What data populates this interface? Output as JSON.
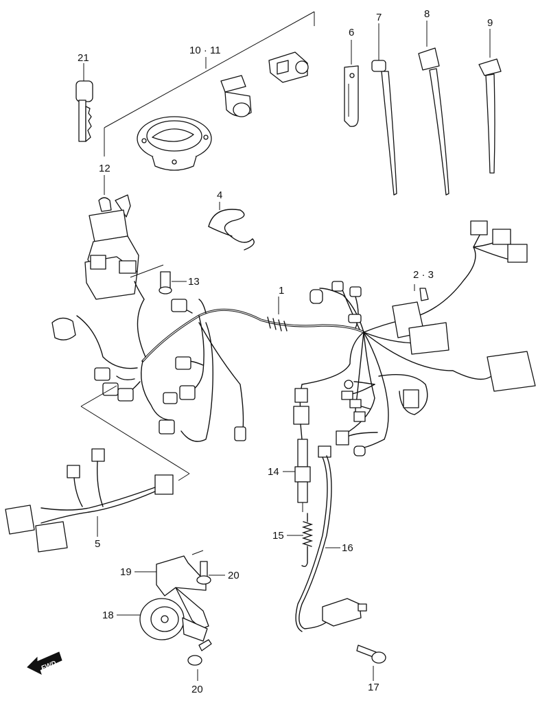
{
  "callouts": {
    "c1": "1",
    "c2_3": "2 · 3",
    "c4": "4",
    "c5": "5",
    "c6": "6",
    "c7": "7",
    "c8": "8",
    "c9": "9",
    "c10_11": "10 · 11",
    "c12": "12",
    "c13": "13",
    "c14": "14",
    "c15": "15",
    "c16": "16",
    "c17": "17",
    "c18": "18",
    "c19": "19",
    "c20a": "20",
    "c20b": "20",
    "c21": "21"
  },
  "direction_arrow": {
    "label": "FWD"
  }
}
